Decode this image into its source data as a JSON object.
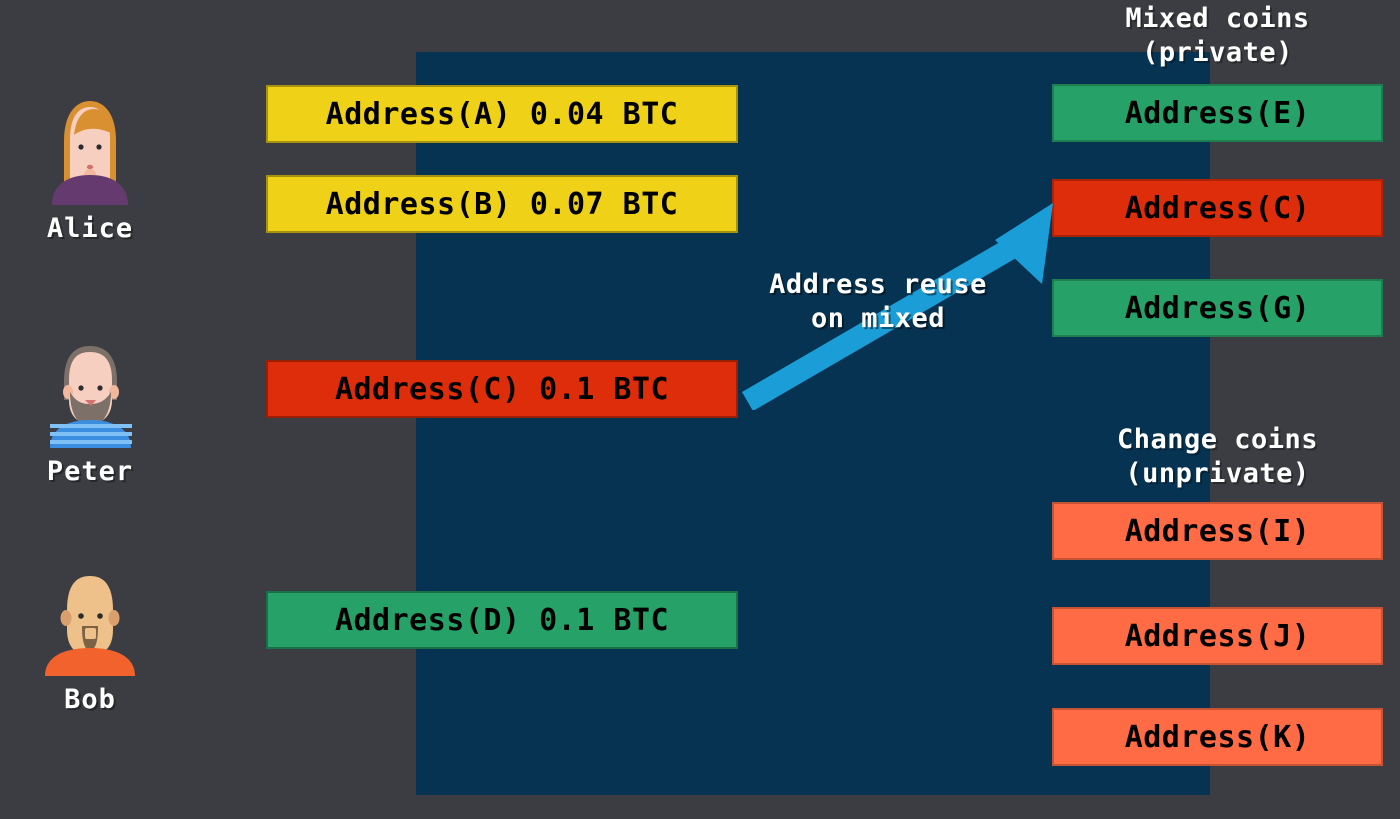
{
  "palette": {
    "background": "#3b3d42",
    "panel": "#063351",
    "yellow": "#efd218",
    "red": "#dd2d0a",
    "green": "#26a269",
    "orange": "#ff6b45",
    "arrow": "#1b9ed8",
    "text_light": "#ffffff",
    "text_dark": "#000000"
  },
  "people": [
    {
      "name": "Alice",
      "avatar": "woman-long-hair-avatar-icon"
    },
    {
      "name": "Peter",
      "avatar": "man-bearded-avatar-icon"
    },
    {
      "name": "Bob",
      "avatar": "man-bald-goatee-avatar-icon"
    }
  ],
  "inputs": [
    {
      "label": "Address(A) 0.04 BTC",
      "color": "yellow"
    },
    {
      "label": "Address(B) 0.07 BTC",
      "color": "yellow"
    },
    {
      "label": "Address(C) 0.1 BTC",
      "color": "red"
    },
    {
      "label": "Address(D) 0.1 BTC",
      "color": "green"
    }
  ],
  "mixed": {
    "heading_line1": "Mixed coins",
    "heading_line2": "(private)",
    "outputs": [
      {
        "label": "Address(E)",
        "color": "green"
      },
      {
        "label": "Address(C)",
        "color": "red"
      },
      {
        "label": "Address(G)",
        "color": "green"
      }
    ]
  },
  "change": {
    "heading_line1": "Change coins",
    "heading_line2": "(unprivate)",
    "outputs": [
      {
        "label": "Address(I)",
        "color": "orange"
      },
      {
        "label": "Address(J)",
        "color": "orange"
      },
      {
        "label": "Address(K)",
        "color": "orange"
      }
    ]
  },
  "annotation": {
    "line1": "Address reuse",
    "line2": "on mixed"
  }
}
